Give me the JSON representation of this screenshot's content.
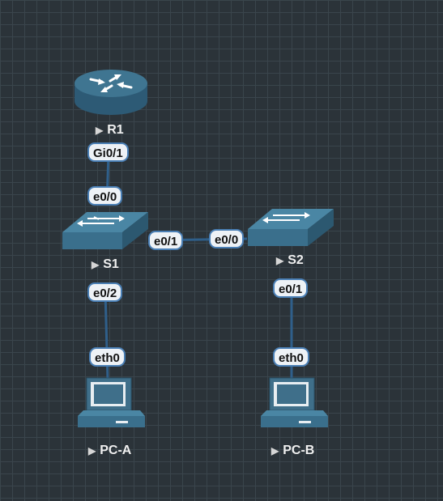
{
  "colors": {
    "background": "#2b3339",
    "grid": "#3a454c",
    "link": "#2f5f8a",
    "device": "#3f6f8a",
    "label_border": "#4a7fb5"
  },
  "nodes": {
    "r1": {
      "name": "R1",
      "icon": "router-icon"
    },
    "s1": {
      "name": "S1",
      "icon": "switch-icon"
    },
    "s2": {
      "name": "S2",
      "icon": "switch-icon"
    },
    "pca": {
      "name": "PC-A",
      "icon": "pc-icon"
    },
    "pcb": {
      "name": "PC-B",
      "icon": "pc-icon"
    }
  },
  "links": [
    {
      "from": "R1",
      "from_if": "Gi0/1",
      "to": "S1",
      "to_if": "e0/0"
    },
    {
      "from": "S1",
      "from_if": "e0/1",
      "to": "S2",
      "to_if": "e0/0"
    },
    {
      "from": "S1",
      "from_if": "e0/2",
      "to": "PC-A",
      "to_if": "eth0"
    },
    {
      "from": "S2",
      "from_if": "e0/1",
      "to": "PC-B",
      "to_if": "eth0"
    }
  ]
}
